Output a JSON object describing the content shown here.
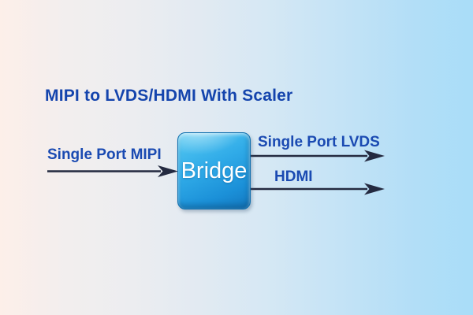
{
  "title": "MIPI to LVDS/HDMI With Scaler",
  "bridge": {
    "label": "Bridge"
  },
  "connections": {
    "input_mipi": {
      "label": "Single Port MIPI",
      "direction": "into-bridge"
    },
    "output_lvds": {
      "label": "Single Port LVDS",
      "direction": "out-of-bridge"
    },
    "output_hdmi": {
      "label": "HDMI",
      "direction": "out-of-bridge"
    }
  },
  "colors": {
    "background_left": "#fdefe9",
    "background_right": "#a9ddf8",
    "title_text": "#1444ad",
    "label_text": "#1a4ab2",
    "bridge_top": "#58caf2",
    "bridge_bottom": "#1478bf",
    "bridge_text": "#ffffff",
    "arrow": "#242a40"
  }
}
